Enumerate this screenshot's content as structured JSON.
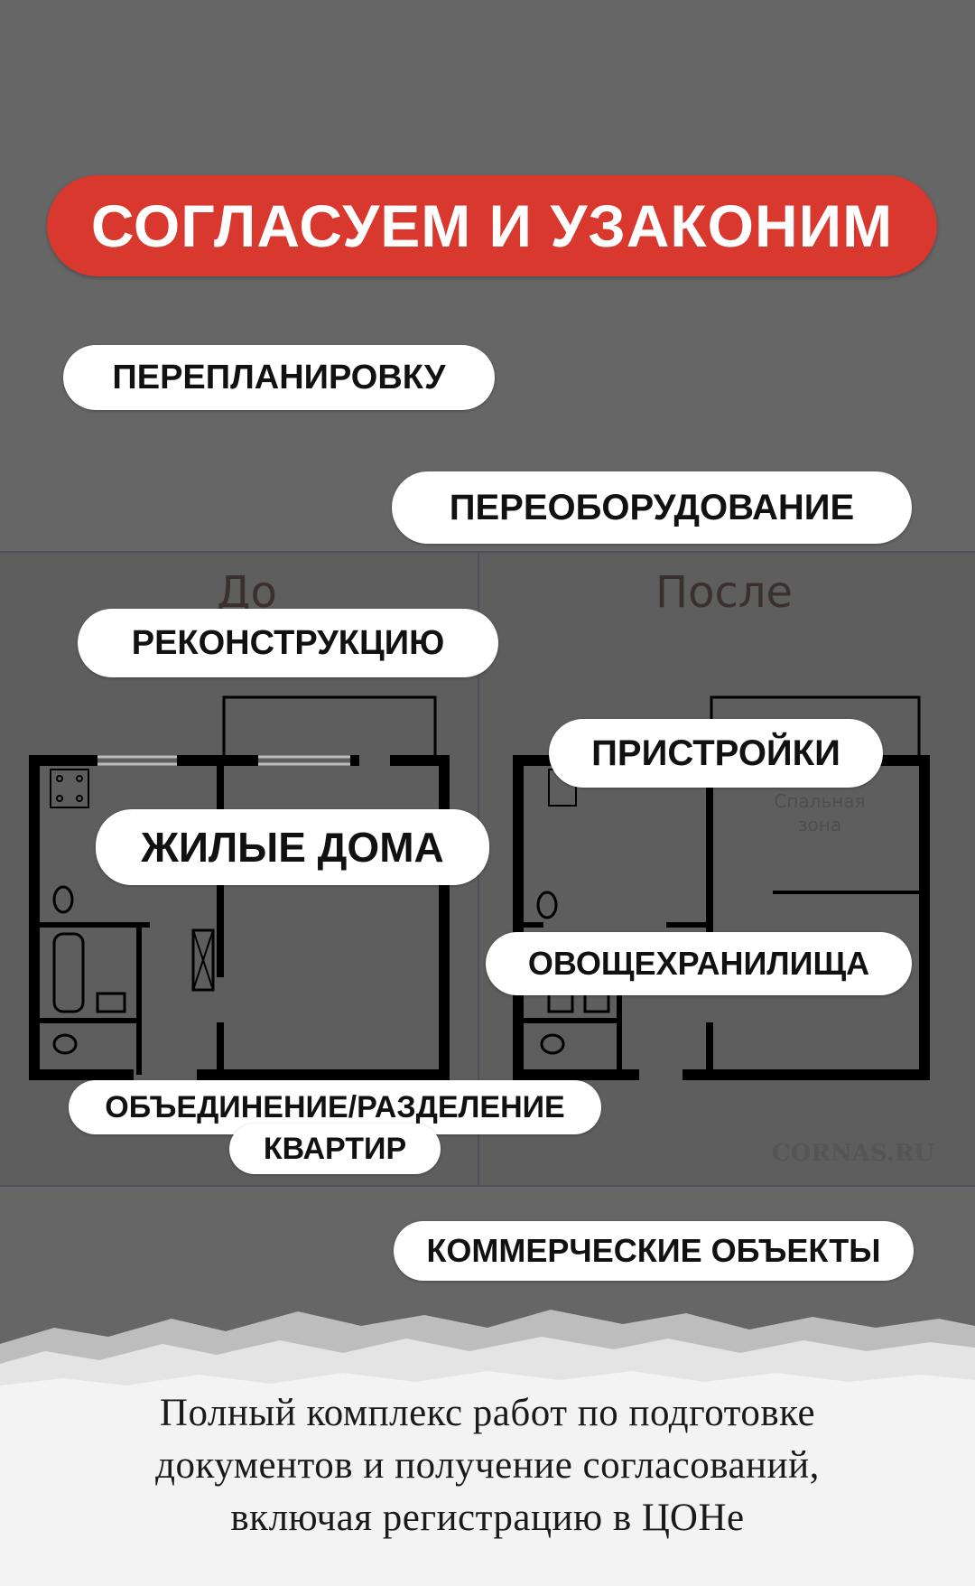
{
  "banner": {
    "text": "СОГЛАСУЕМ И УЗАКОНИМ"
  },
  "services": [
    "ПЕРЕПЛАНИРОВКУ",
    "ПЕРЕОБОРУДОВАНИЕ",
    "РЕКОНСТРУКЦИЮ",
    "ПРИСТРОЙКИ",
    "ЖИЛЫЕ ДОМА",
    "ОВОЩЕХРАНИЛИЩА",
    "ОБЪЕДИНЕНИЕ/РАЗДЕЛЕНИЕ",
    "КВАРТИР",
    "КОММЕРЧЕСКИЕ ОБЪЕКТЫ"
  ],
  "floorplan": {
    "before_label": "До",
    "after_label": "После",
    "zone_label": "Спальная зона",
    "watermark": "CORNAS.RU"
  },
  "footer": {
    "lines": [
      "Полный комплекс работ по подготовке",
      "документов и получение согласований,",
      "включая регистрацию в ЦОНе"
    ]
  },
  "colors": {
    "background": "#666666",
    "banner": "#d8382d",
    "pill": "#ffffff",
    "paper": "#f2f2f2"
  }
}
